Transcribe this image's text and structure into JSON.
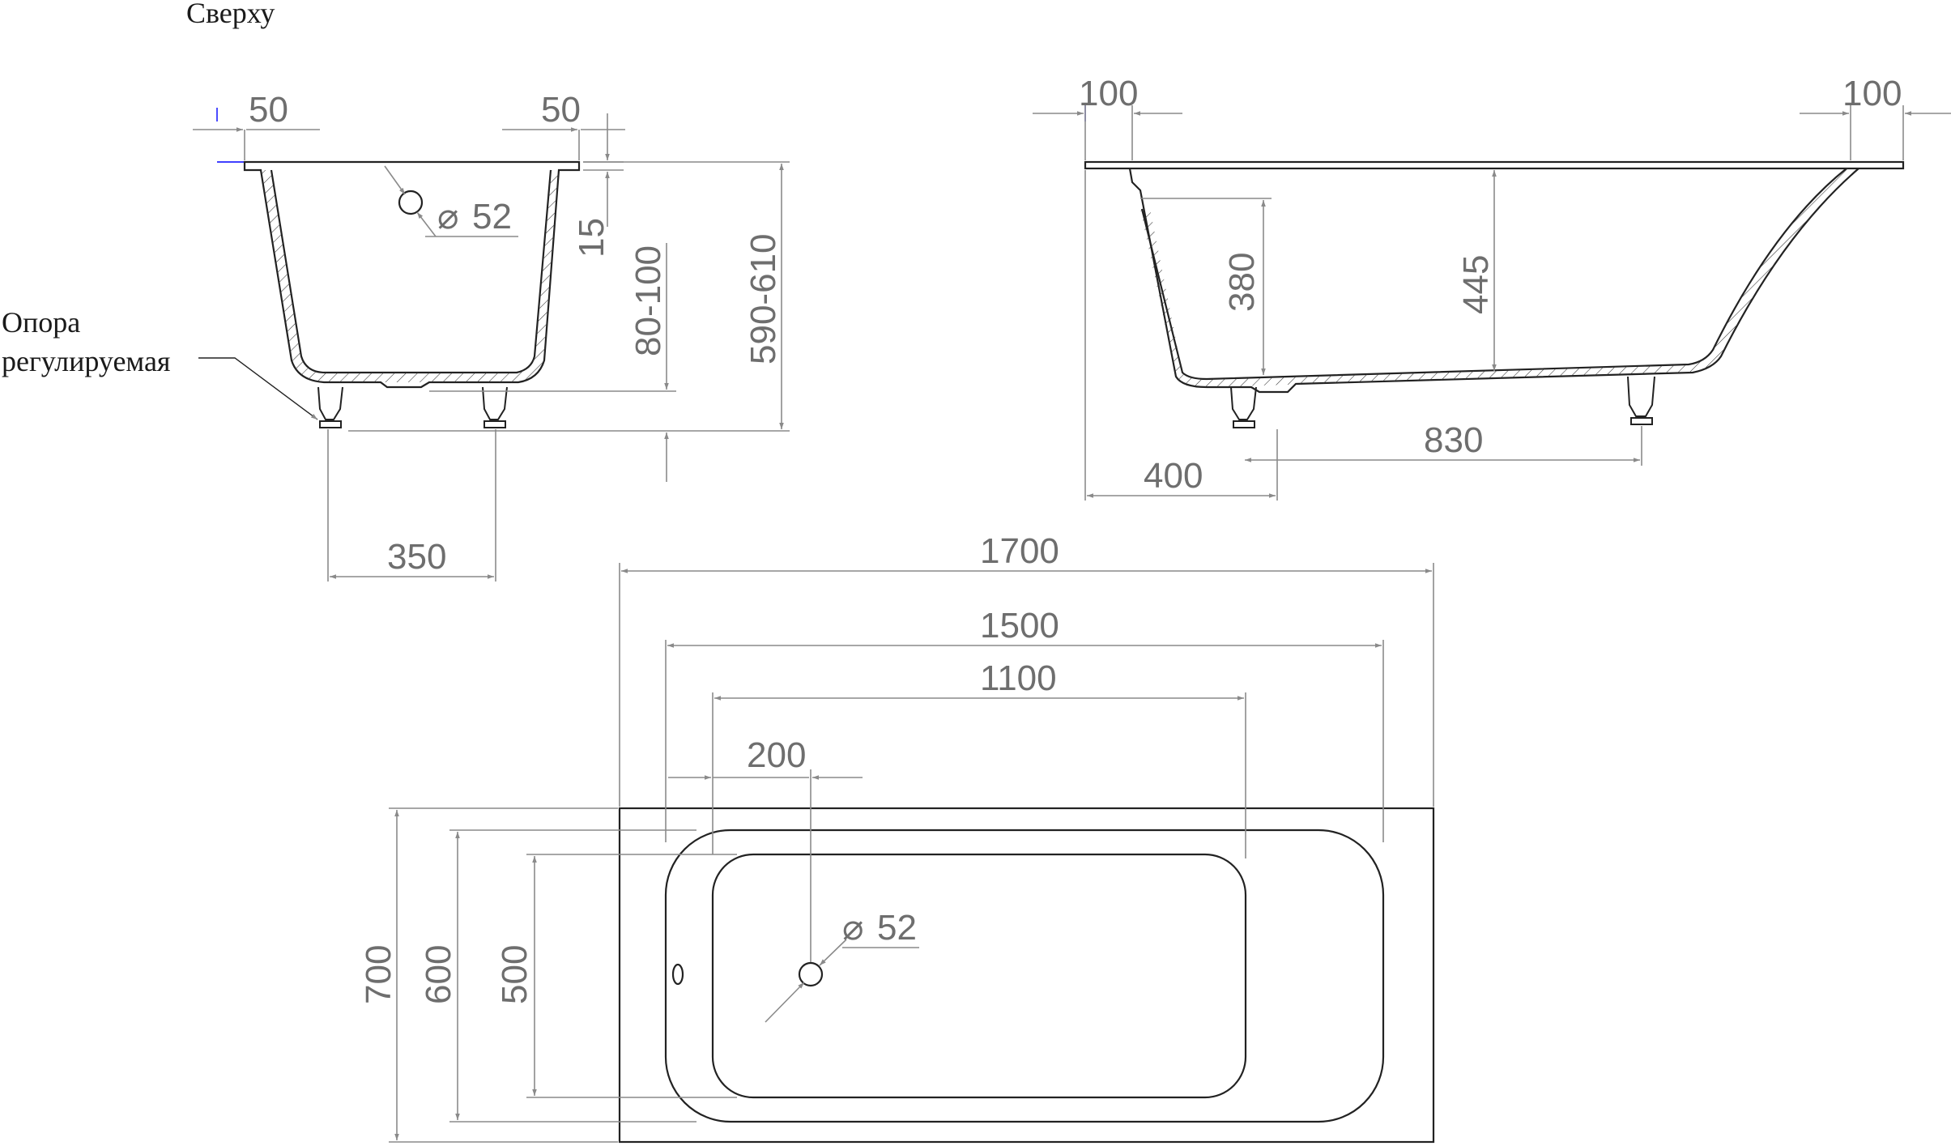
{
  "header": {
    "view_label": "Сверху"
  },
  "notes": {
    "support_line1": "Опора",
    "support_line2": "регулируемая"
  },
  "end_view": {
    "rim_left": "50",
    "rim_right": "50",
    "drain": "52",
    "rim_thickness": "15",
    "leg_height": "80-100",
    "total_height": "590-610",
    "leg_spacing": "350"
  },
  "side_view": {
    "rim_left": "100",
    "rim_right": "100",
    "depth_inner": "380",
    "depth_total": "445",
    "leg_offset": "400",
    "leg_spacing": "830"
  },
  "top_view": {
    "length_outer": "1700",
    "length_rim": "1500",
    "length_bottom": "1100",
    "drain_offset": "200",
    "drain": "52",
    "width_outer": "700",
    "width_rim": "600",
    "width_bottom": "500"
  },
  "colors": {
    "outline": "#222222",
    "dimension": "#8a8a8a",
    "text": "#6e6e6e",
    "axis_mark": "#0000ff"
  }
}
